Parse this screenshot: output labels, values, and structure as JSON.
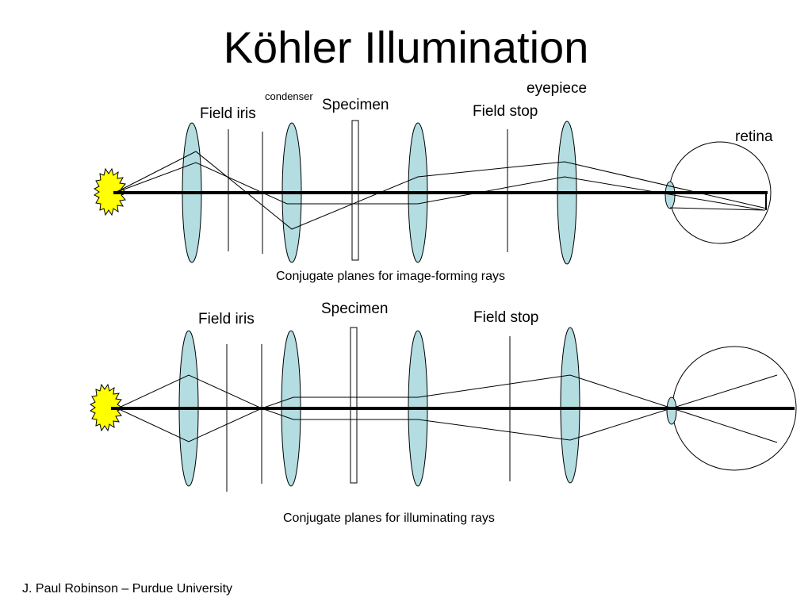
{
  "title": "Köhler Illumination",
  "footer": "J. Paul Robinson – Purdue University",
  "colors": {
    "lens_fill": "#b3dde1",
    "lamp_fill": "#ffff00",
    "stroke": "#000000"
  },
  "top_diagram": {
    "labels": {
      "field_iris": "Field iris",
      "condenser": "condenser",
      "specimen": "Specimen",
      "eyepiece": "eyepiece",
      "field_stop": "Field stop",
      "retina": "retina"
    },
    "caption": "Conjugate planes for image-forming rays"
  },
  "bottom_diagram": {
    "labels": {
      "field_iris": "Field iris",
      "specimen": "Specimen",
      "field_stop": "Field stop"
    },
    "caption": "Conjugate planes for illuminating rays"
  }
}
